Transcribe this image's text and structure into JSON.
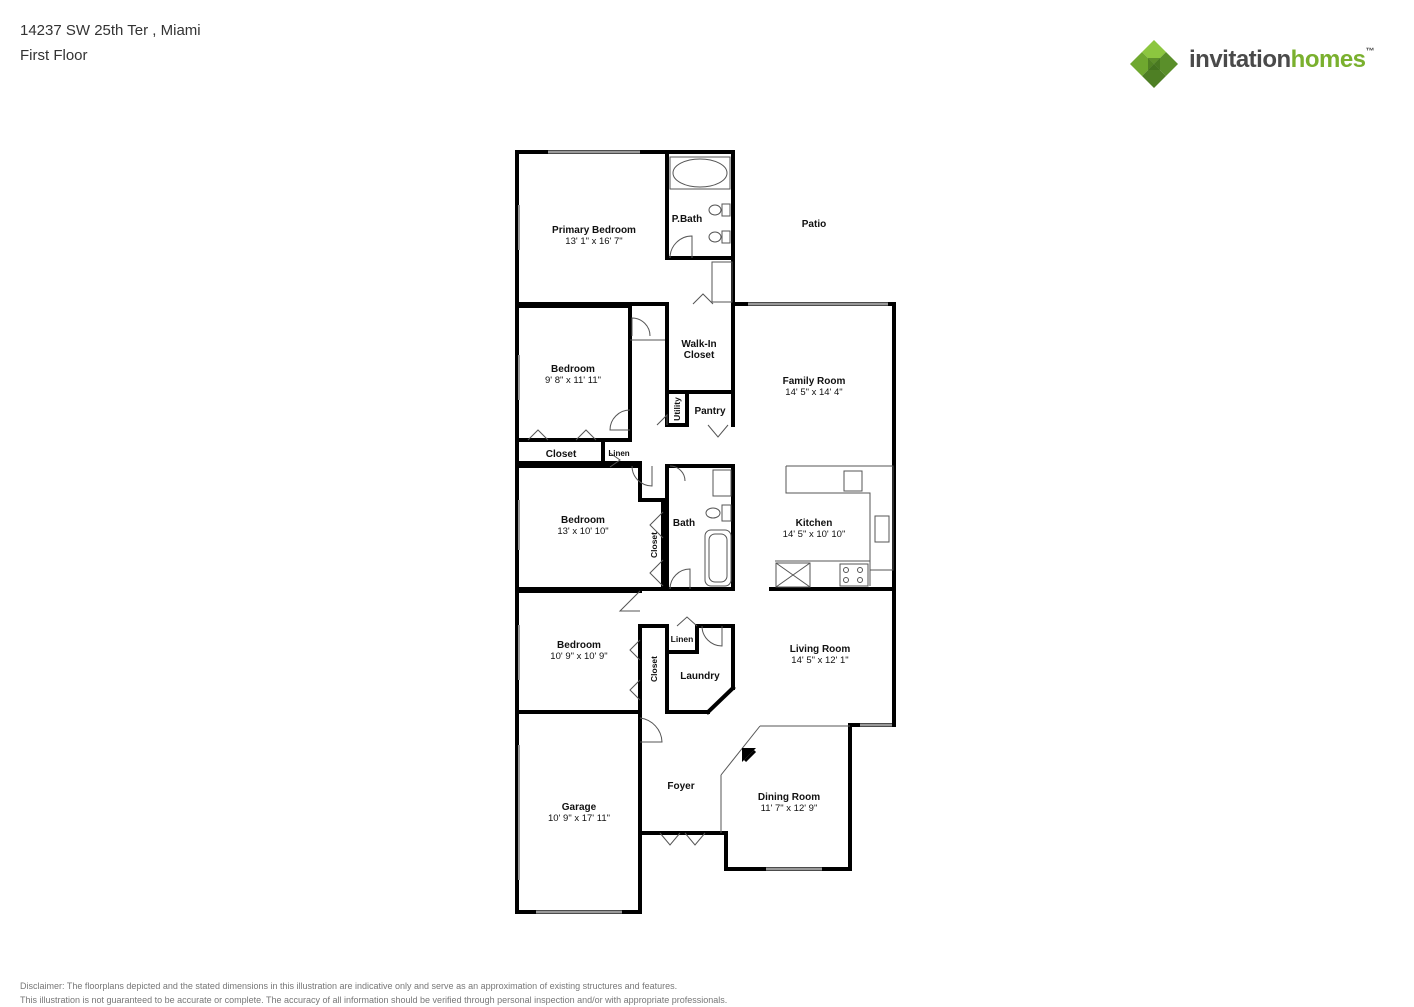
{
  "header": {
    "address": "14237 SW 25th Ter , Miami",
    "floor": "First Floor"
  },
  "logo": {
    "word1": "invitation",
    "word2": "homes",
    "tm": "™",
    "colors": {
      "green_dark": "#5a8f2a",
      "green_light": "#8cc63f",
      "text_gray": "#4a4a4a"
    }
  },
  "rooms": {
    "primary_bedroom": {
      "name": "Primary Bedroom",
      "dims": "13' 1\" x 16' 7\""
    },
    "p_bath": {
      "name": "P.Bath"
    },
    "patio": {
      "name": "Patio"
    },
    "walk_in_closet": {
      "line1": "Walk-In",
      "line2": "Closet"
    },
    "bedroom_1": {
      "name": "Bedroom",
      "dims": "9' 8\" x 11' 11\""
    },
    "family_room": {
      "name": "Family Room",
      "dims": "14' 5\" x 14' 4\""
    },
    "utility": {
      "name": "Utility"
    },
    "pantry": {
      "name": "Pantry"
    },
    "closet_1": {
      "name": "Closet"
    },
    "linen_1": {
      "name": "Linen"
    },
    "bedroom_2": {
      "name": "Bedroom",
      "dims": "13' x 10' 10\""
    },
    "closet_2": {
      "name": "Closet"
    },
    "bath": {
      "name": "Bath"
    },
    "kitchen": {
      "name": "Kitchen",
      "dims": "14' 5\" x 10' 10\""
    },
    "bedroom_3": {
      "name": "Bedroom",
      "dims": "10' 9\" x 10' 9\""
    },
    "closet_3": {
      "name": "Closet"
    },
    "linen_2": {
      "name": "Linen"
    },
    "laundry": {
      "name": "Laundry"
    },
    "living_room": {
      "name": "Living Room",
      "dims": "14' 5\" x 12' 1\""
    },
    "garage": {
      "name": "Garage",
      "dims": "10' 9\" x 17' 11\""
    },
    "foyer": {
      "name": "Foyer"
    },
    "dining_room": {
      "name": "Dining Room",
      "dims": "11' 7\" x 12' 9\""
    }
  },
  "disclaimer": {
    "line1": "Disclaimer: The floorplans depicted and the stated dimensions in this illustration are indicative only and serve as an approximation of existing structures and features.",
    "line2": "This illustration is not guaranteed to be accurate or complete. The accuracy of all information should be verified through personal inspection and/or with appropriate professionals."
  }
}
